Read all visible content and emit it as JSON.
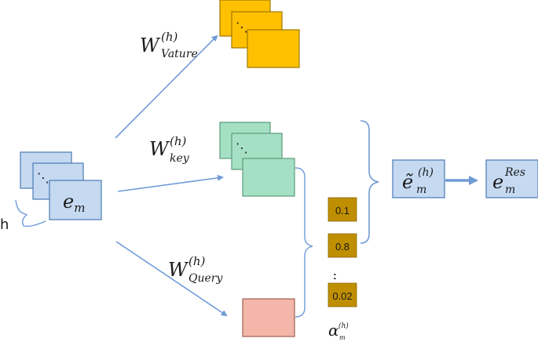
{
  "colors": {
    "embedding_fill": "#c5d9f1",
    "embedding_stroke": "#4a7ab5",
    "value_fill": "#ffc000",
    "value_stroke": "#a07800",
    "key_fill": "#a6e0c4",
    "key_stroke": "#5a9a7a",
    "query_fill": "#f4b6a8",
    "query_stroke": "#a06050",
    "score_fill": "#bf8f00",
    "arrow": "#6f9bd6"
  },
  "labels": {
    "h": "h",
    "em_base": "e",
    "em_sub": "m",
    "dots": "⋱",
    "wv_base": "W",
    "wv_sup": "(h)",
    "wv_sub": "Vature",
    "wk_base": "W",
    "wk_sup": "(h)",
    "wk_sub": "key",
    "wq_base": "W",
    "wq_sup": "(h)",
    "wq_sub": "Query",
    "etilde_base": "ẽ",
    "etilde_sup": "(h)",
    "etilde_sub": "m",
    "eres_base": "e",
    "eres_sup": "Res",
    "eres_sub": "m",
    "alpha_base": "α",
    "alpha_sup": "(h)",
    "alpha_sub": "m",
    "vdots": ":"
  },
  "scores": [
    "0.1",
    "0.8",
    "0.02"
  ]
}
